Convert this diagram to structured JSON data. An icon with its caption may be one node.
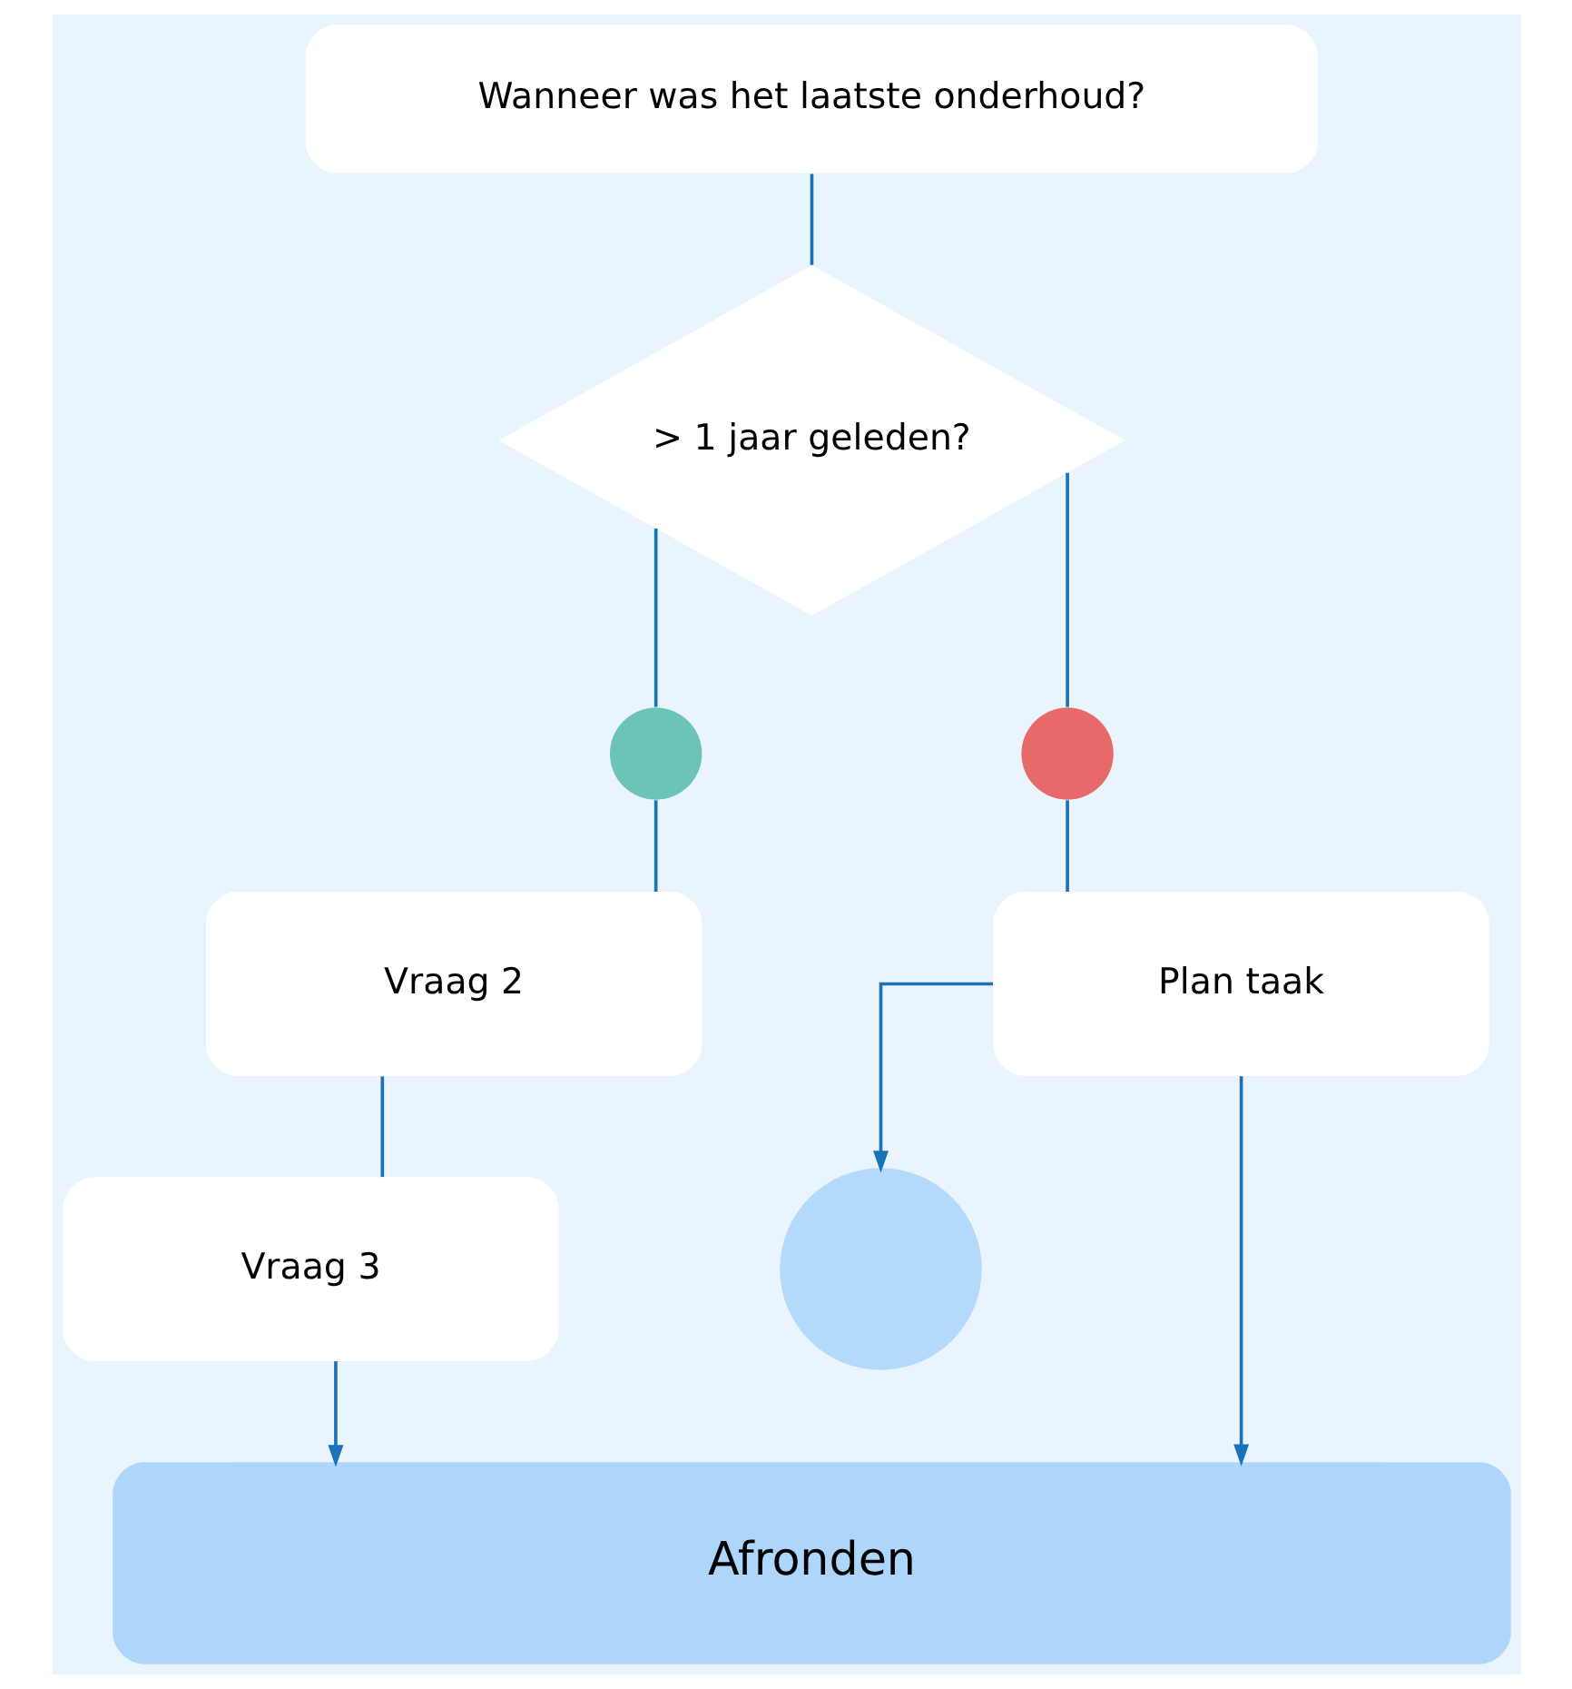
{
  "diagram": {
    "nodes": [
      {
        "text": [
          "Wanneer was het laatste onderhoud?"
        ]
      },
      {
        "text": [
          "> 1 jaar geleden?"
        ]
      },
      {
        "text": [],
        "shape": "circle"
      },
      {
        "text": [],
        "shape": "circle"
      },
      {
        "text": [
          "Vraag 2"
        ]
      },
      {
        "text": [
          "Plan taak"
        ]
      },
      {
        "text": [
          "Vraag 3"
        ]
      },
      {
        "text": [],
        "shape": "circle"
      },
      {
        "text": [
          "Afronden"
        ]
      }
    ],
    "edges": [
      {
        "from": 0,
        "to": 1,
        "arrow": "none"
      },
      {
        "from": 1,
        "to": 2,
        "arrow": "none"
      },
      {
        "from": 1,
        "to": 3,
        "arrow": "none"
      },
      {
        "from": 2,
        "to": 4,
        "arrow": "none"
      },
      {
        "from": 3,
        "to": 5,
        "arrow": "none"
      },
      {
        "from": 4,
        "to": 6,
        "arrow": "none"
      },
      {
        "from": 6,
        "to": 8,
        "arrow": "to"
      },
      {
        "from": 5,
        "to": 7,
        "arrow": "to"
      },
      {
        "from": 5,
        "to": 8,
        "arrow": "to"
      }
    ]
  }
}
